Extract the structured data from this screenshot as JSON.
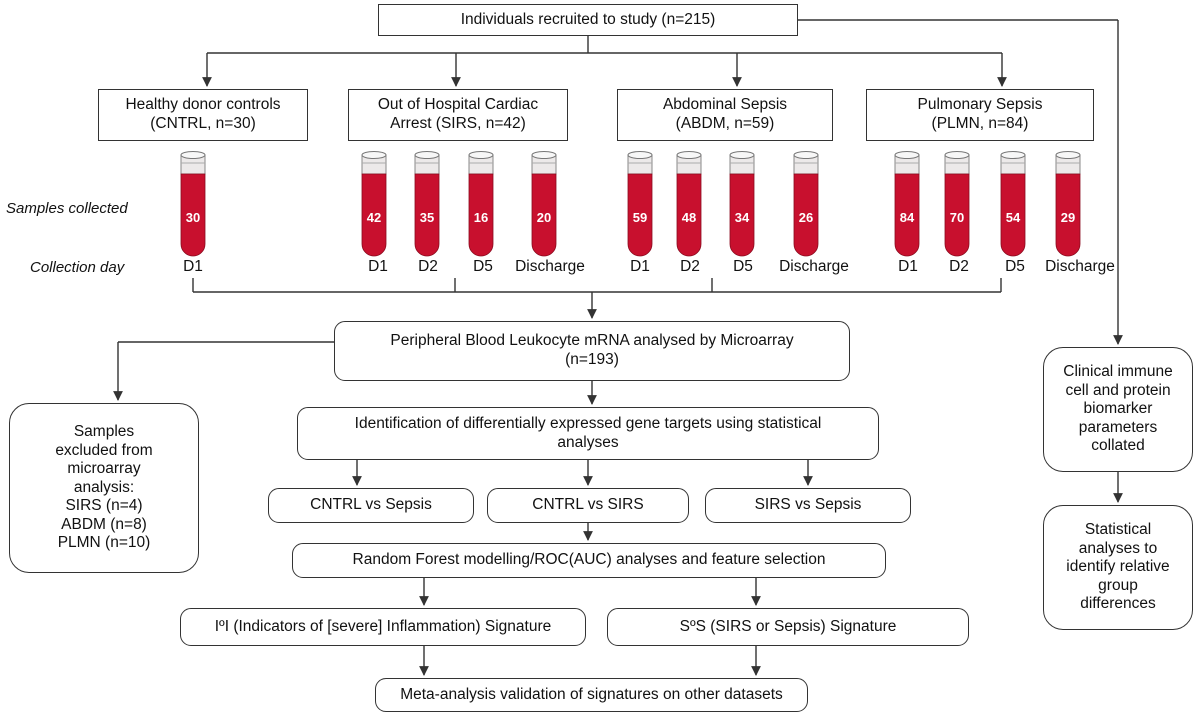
{
  "top_box": "Individuals recruited to study (n=215)",
  "groups": [
    {
      "line1": "Healthy donor controls",
      "line2": "(CNTRL, n=30)"
    },
    {
      "line1": "Out of Hospital Cardiac",
      "line2": "Arrest (SIRS, n=42)"
    },
    {
      "line1": "Abdominal Sepsis",
      "line2": "(ABDM, n=59)"
    },
    {
      "line1": "Pulmonary Sepsis",
      "line2": "(PLMN, n=84)"
    }
  ],
  "row_labels": {
    "samples": "Samples collected",
    "day": "Collection day"
  },
  "tube_counts": [
    "30",
    "42",
    "35",
    "16",
    "20",
    "59",
    "48",
    "34",
    "26",
    "84",
    "70",
    "54",
    "29"
  ],
  "days": [
    "D1",
    "D1",
    "D2",
    "D5",
    "Discharge",
    "D1",
    "D2",
    "D5",
    "Discharge",
    "D1",
    "D2",
    "D5",
    "Discharge"
  ],
  "microarray": {
    "line1": "Peripheral Blood Leukocyte mRNA analysed by Microarray",
    "line2": "(n=193)"
  },
  "excluded": [
    "Samples",
    "excluded from",
    "microarray",
    "analysis:",
    "SIRS (n=4)",
    "ABDM (n=8)",
    "PLMN (n=10)"
  ],
  "identification": {
    "line1": "Identification of differentially expressed gene targets using statistical",
    "line2": "analyses"
  },
  "comparisons": [
    "CNTRL vs Sepsis",
    "CNTRL vs SIRS",
    "SIRS vs Sepsis"
  ],
  "random_forest": "Random Forest modelling/ROC(AUC) analyses and feature selection",
  "signatures": [
    "IºI (Indicators of [severe] Inflammation) Signature",
    "SºS (SIRS or Sepsis) Signature"
  ],
  "meta": "Meta-analysis validation of  signatures on other datasets",
  "clinical": [
    "Clinical immune",
    "cell and protein",
    "biomarker",
    "parameters",
    "collated"
  ],
  "statistical": [
    "Statistical",
    "analyses to",
    "identify relative",
    "group",
    "differences"
  ],
  "colors": {
    "tube": "#c8102e",
    "tube_top": "#ece9e9",
    "line": "#333333"
  }
}
